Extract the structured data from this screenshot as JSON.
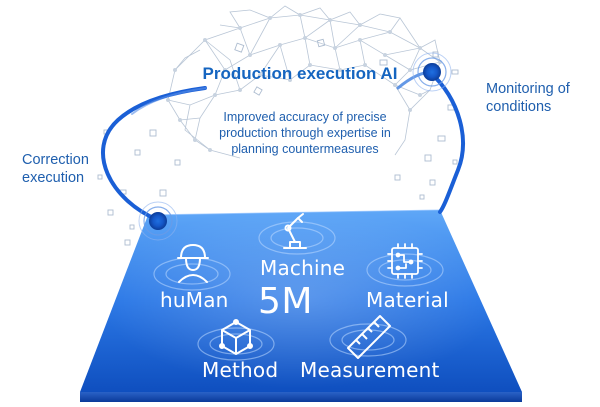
{
  "diagram": {
    "title": "Production execution AI",
    "subtitle_lines": [
      "Improved accuracy of precise",
      "production through expertise in",
      "planning countermeasures"
    ],
    "left_label_lines": [
      "Correction",
      "execution"
    ],
    "right_label_lines": [
      "Monitoring of",
      "conditions"
    ],
    "center_label": "5M",
    "elements": [
      {
        "label": "Machine",
        "icon": "robot-arm-icon"
      },
      {
        "label": "huMan",
        "icon": "worker-helmet-icon"
      },
      {
        "label": "Material",
        "icon": "chip-icon"
      },
      {
        "label": "Method",
        "icon": "cube-icon"
      },
      {
        "label": "Measurement",
        "icon": "ruler-icon"
      }
    ]
  },
  "colors": {
    "primary": "#1a66d9",
    "platform_light": "#5aa0f5",
    "platform_dark": "#0d47b8",
    "text_blue": "#1f5fae",
    "network": "#b7c4d4"
  }
}
